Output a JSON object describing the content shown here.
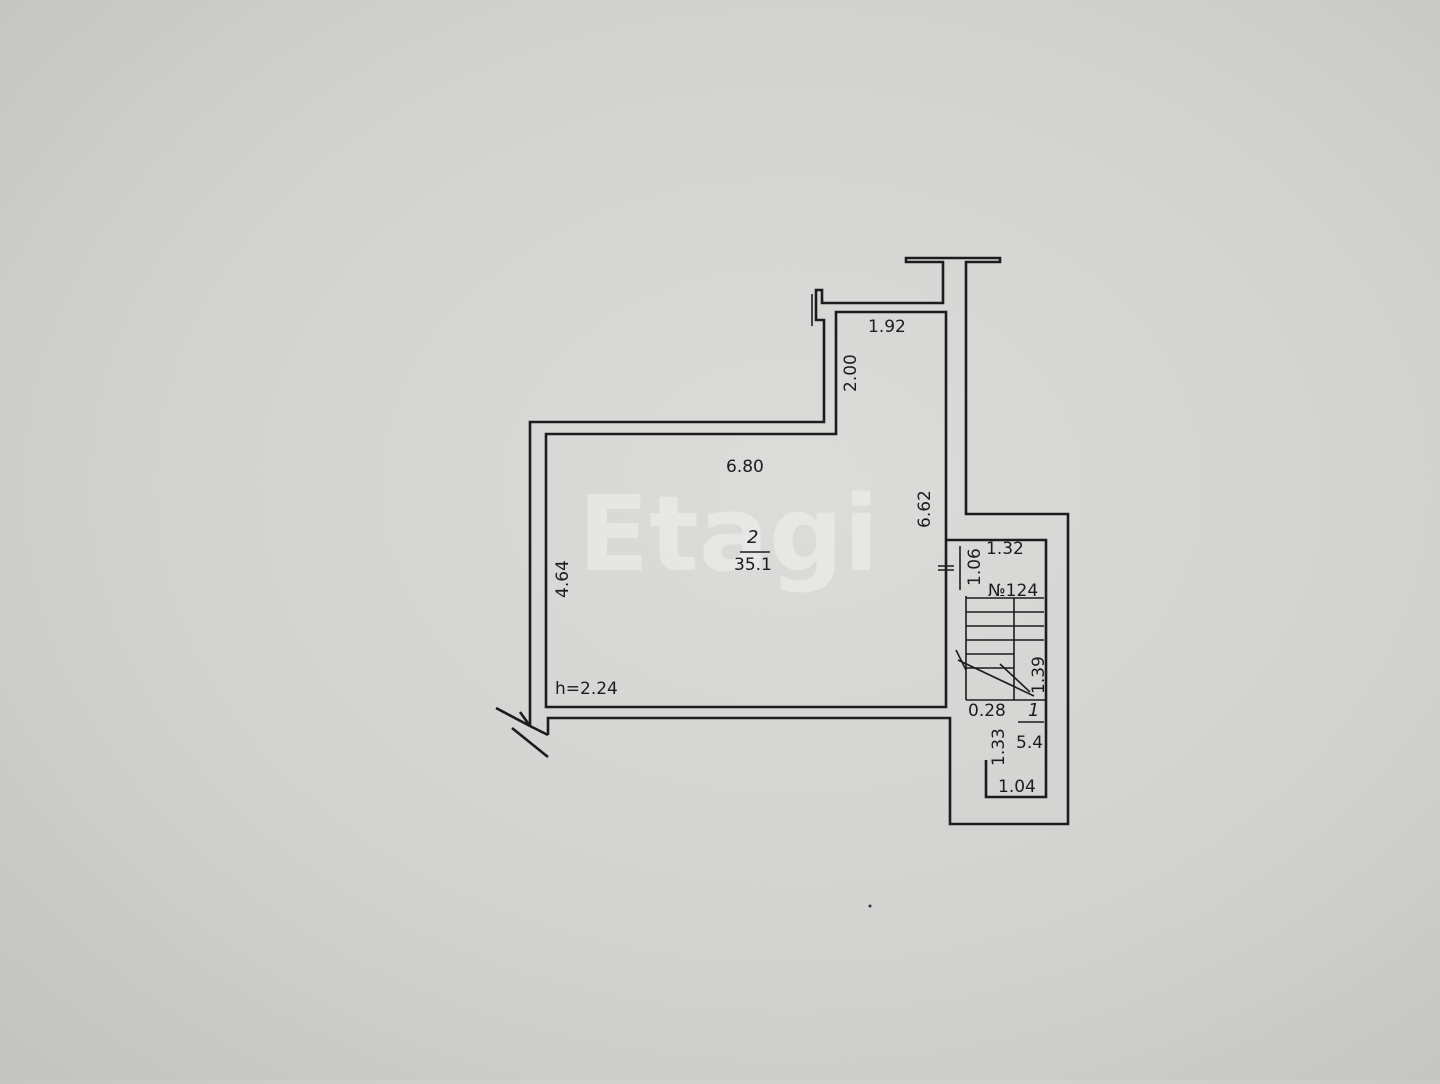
{
  "plan": {
    "watermark": "Etagi",
    "main_room": {
      "number": "2",
      "area": "35.1",
      "ceiling_height": "h=2.24"
    },
    "stair_room": {
      "number": "1",
      "area": "5.4"
    },
    "apartment_no": "№124",
    "dimensions": {
      "top_small_width": "1.92",
      "notch_depth": "2.00",
      "main_width": "6.80",
      "right_length": "6.62",
      "left_length": "4.64",
      "stair_top_width": "1.32",
      "stair_top_depth": "1.06",
      "stair_run": "1.39",
      "stair_gap": "0.28",
      "stair_bottom_depth": "1.33",
      "stair_bottom_width": "1.04"
    }
  }
}
